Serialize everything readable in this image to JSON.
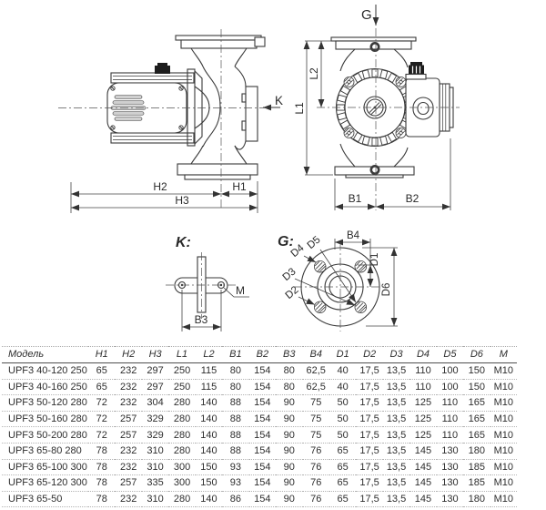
{
  "side_view": {
    "k": "K",
    "h1": "H1",
    "h2": "H2",
    "h3": "H3"
  },
  "front_view": {
    "g": "G",
    "l1": "L1",
    "l2": "L2",
    "b1": "B1",
    "b2": "B2"
  },
  "detail_k": {
    "title": "K:",
    "m": "M",
    "b3": "B3"
  },
  "detail_g": {
    "title": "G:",
    "b4": "B4",
    "d1": "D1",
    "d2": "D2",
    "d3": "D3",
    "d4": "D4",
    "d5": "D5",
    "d6": "D6"
  },
  "line_color": "#3a3a3a",
  "table": {
    "columns": [
      "Модель",
      "H1",
      "H2",
      "H3",
      "L1",
      "L2",
      "B1",
      "B2",
      "B3",
      "B4",
      "D1",
      "D2",
      "D3",
      "D4",
      "D5",
      "D6",
      "M"
    ],
    "rows": [
      [
        "UPF3 40-120 250",
        "65",
        "232",
        "297",
        "250",
        "115",
        "80",
        "154",
        "80",
        "62,5",
        "40",
        "17,5",
        "13,5",
        "110",
        "100",
        "150",
        "M10"
      ],
      [
        "UPF3 40-160 250",
        "65",
        "232",
        "297",
        "250",
        "115",
        "80",
        "154",
        "80",
        "62,5",
        "40",
        "17,5",
        "13,5",
        "110",
        "100",
        "150",
        "M10"
      ],
      [
        "UPF3 50-120 280",
        "72",
        "232",
        "304",
        "280",
        "140",
        "88",
        "154",
        "90",
        "75",
        "50",
        "17,5",
        "13,5",
        "125",
        "110",
        "165",
        "M10"
      ],
      [
        "UPF3 50-160 280",
        "72",
        "257",
        "329",
        "280",
        "140",
        "88",
        "154",
        "90",
        "75",
        "50",
        "17,5",
        "13,5",
        "125",
        "110",
        "165",
        "M10"
      ],
      [
        "UPF3 50-200 280",
        "72",
        "257",
        "329",
        "280",
        "140",
        "88",
        "154",
        "90",
        "75",
        "50",
        "17,5",
        "13,5",
        "125",
        "110",
        "165",
        "M10"
      ],
      [
        "UPF3 65-80 280",
        "78",
        "232",
        "310",
        "280",
        "140",
        "88",
        "154",
        "90",
        "76",
        "65",
        "17,5",
        "13,5",
        "145",
        "130",
        "180",
        "M10"
      ],
      [
        "UPF3 65-100 300",
        "78",
        "232",
        "310",
        "300",
        "150",
        "93",
        "154",
        "90",
        "76",
        "65",
        "17,5",
        "13,5",
        "145",
        "130",
        "185",
        "M10"
      ],
      [
        "UPF3 65-120 300",
        "78",
        "257",
        "335",
        "300",
        "150",
        "93",
        "154",
        "90",
        "76",
        "65",
        "17,5",
        "13,5",
        "145",
        "130",
        "185",
        "M10"
      ],
      [
        "UPF3 65-50",
        "78",
        "232",
        "310",
        "280",
        "140",
        "86",
        "154",
        "90",
        "76",
        "65",
        "17,5",
        "13,5",
        "145",
        "130",
        "180",
        "M10"
      ]
    ]
  }
}
